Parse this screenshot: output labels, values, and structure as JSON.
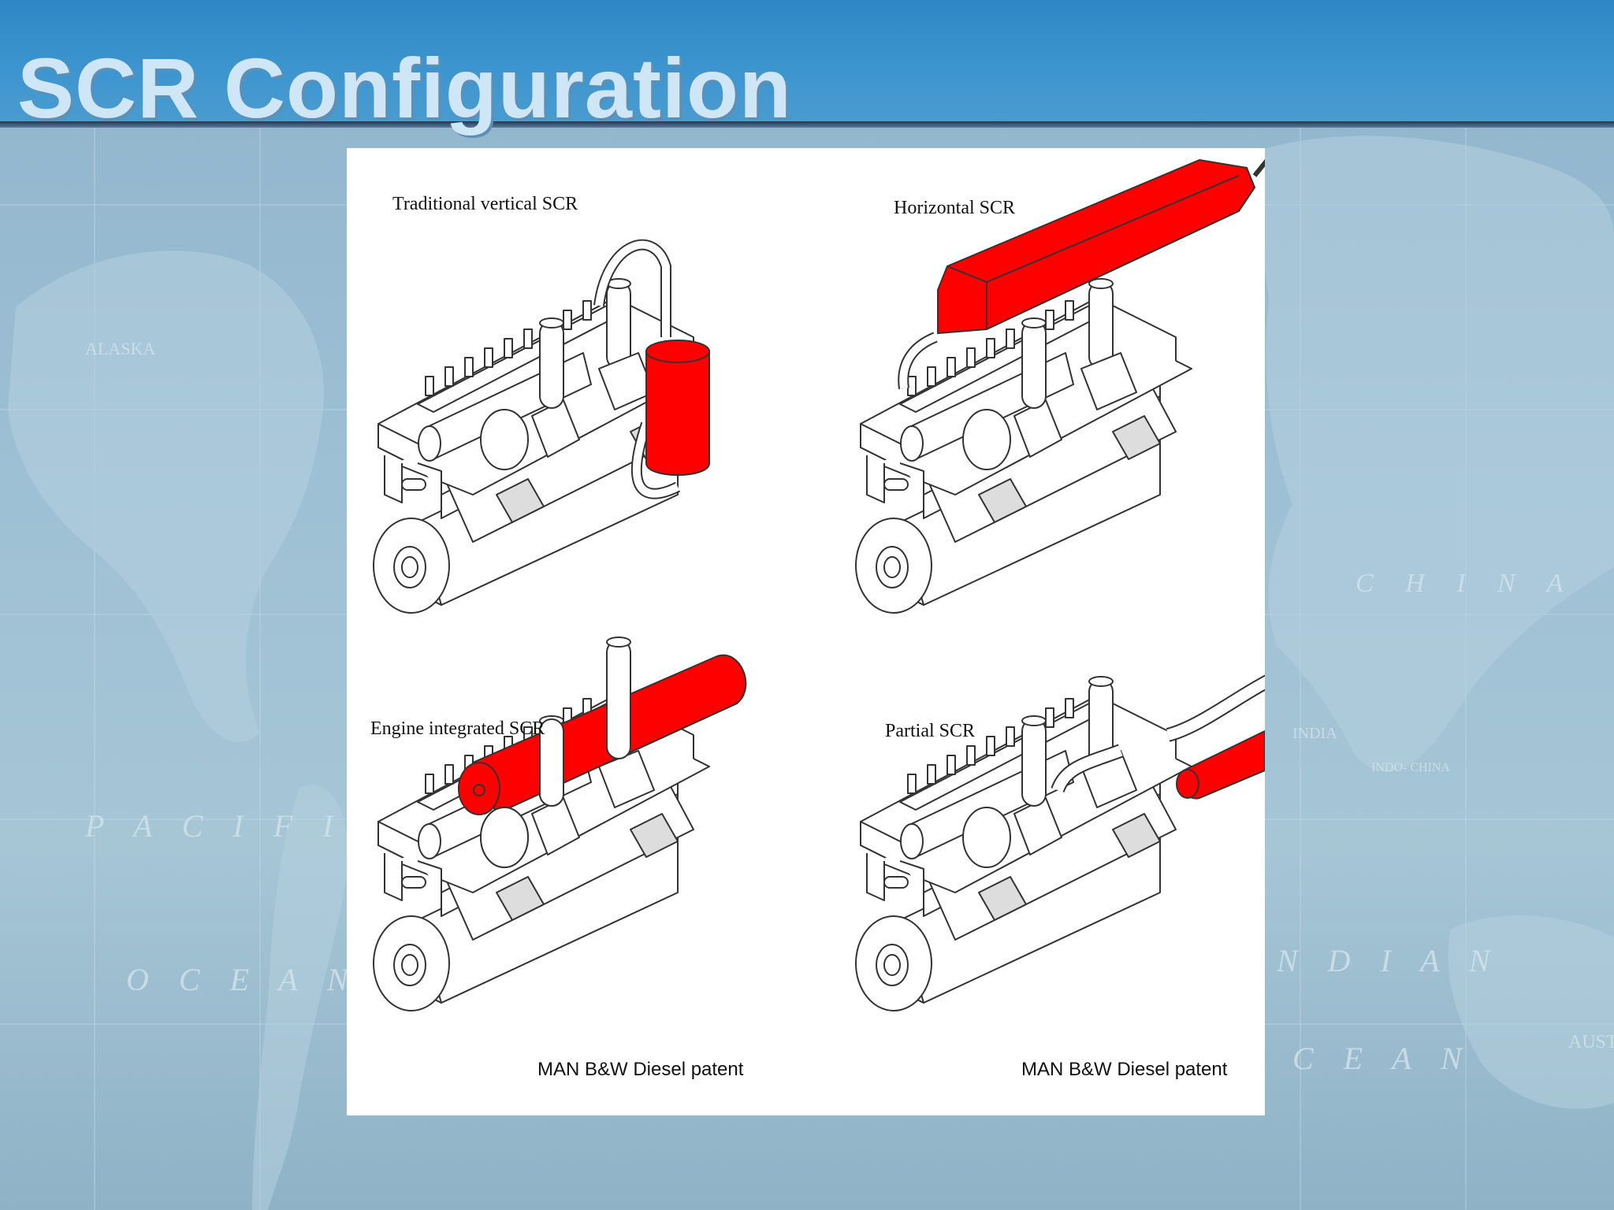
{
  "slide": {
    "title": "SCR Configuration"
  },
  "background_map_labels": {
    "alaska": "ALASKA",
    "pacific": "P A C I F I",
    "ocean_left": "O C E A N",
    "china": "C H I N A",
    "india": "INDIA",
    "indo_china": "INDO-\nCHINA",
    "indian": "N D I A N",
    "ocean_right": "C E A N",
    "austr": "AUSTR"
  },
  "figure": {
    "panels": [
      {
        "caption": "Traditional vertical SCR",
        "patent": ""
      },
      {
        "caption": "Horizontal SCR",
        "patent": ""
      },
      {
        "caption": "Engine integrated SCR",
        "patent": "MAN B&W Diesel patent"
      },
      {
        "caption": "Partial SCR",
        "patent": "MAN B&W Diesel patent"
      }
    ],
    "colors": {
      "scr_highlight": "#ff0000",
      "line": "#333333",
      "background": "#ffffff"
    }
  }
}
